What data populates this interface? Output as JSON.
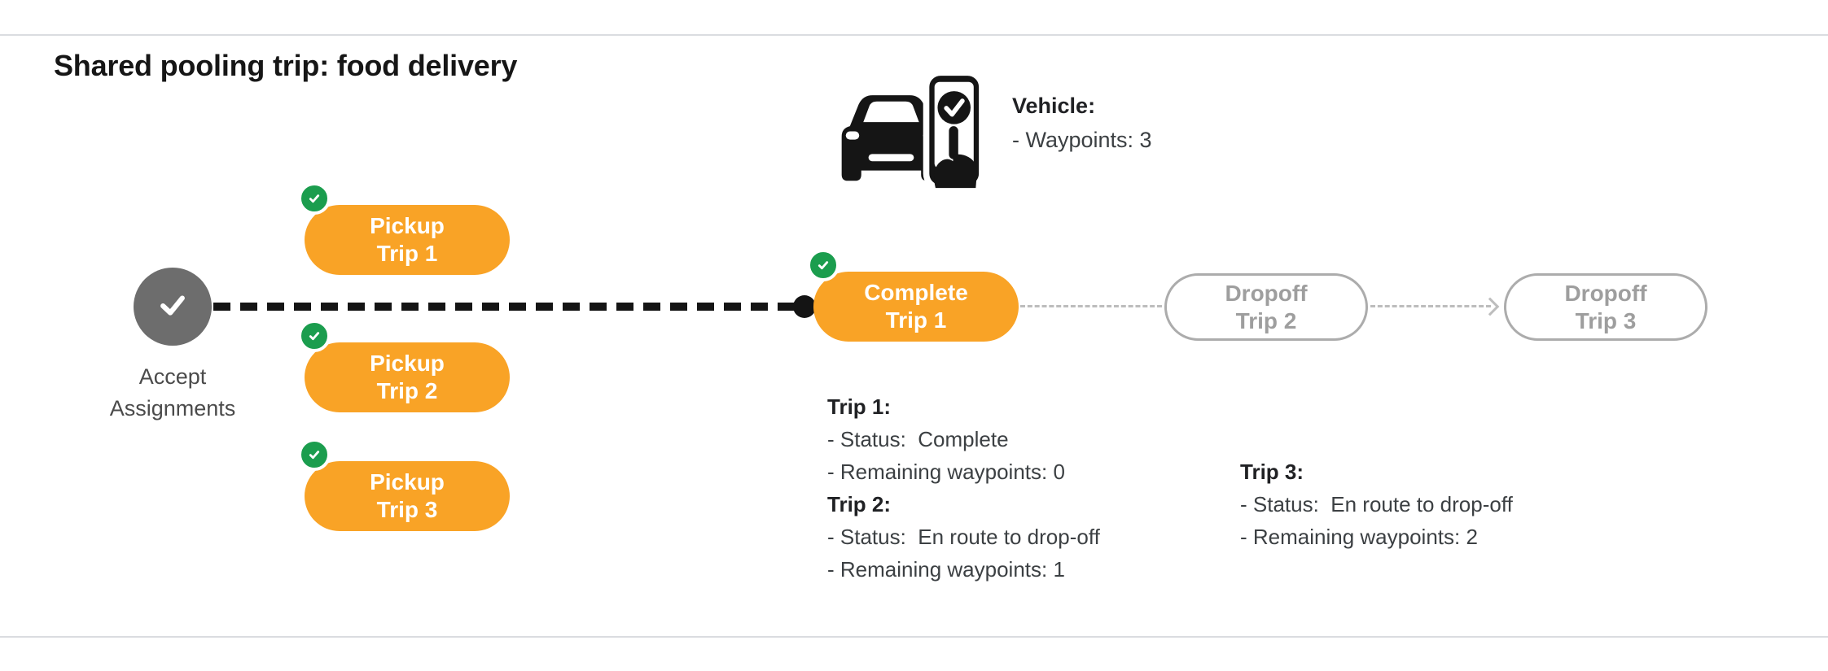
{
  "title": "Shared pooling trip: food delivery",
  "vehicle": {
    "label": "Vehicle:",
    "waypoints": "- Waypoints: 3"
  },
  "flow": {
    "start": {
      "line1": "Accept",
      "line2": "Assignments"
    },
    "pickups": [
      {
        "line1": "Pickup",
        "line2": "Trip 1"
      },
      {
        "line1": "Pickup",
        "line2": "Trip 2"
      },
      {
        "line1": "Pickup",
        "line2": "Trip 3"
      }
    ],
    "complete": {
      "line1": "Complete",
      "line2": "Trip 1"
    },
    "dropoffs": [
      {
        "line1": "Dropoff",
        "line2": "Trip 2"
      },
      {
        "line1": "Dropoff",
        "line2": "Trip 3"
      }
    ]
  },
  "status_blocks": [
    {
      "entries": [
        {
          "label": "Trip 1:",
          "lines": [
            "- Status:  Complete",
            "- Remaining waypoints: 0"
          ]
        },
        {
          "label": "Trip 2:",
          "lines": [
            "- Status:  En route to drop-off",
            "- Remaining waypoints: 1"
          ]
        }
      ]
    },
    {
      "entries": [
        {
          "label": "Trip 3:",
          "lines": [
            "- Status:  En route to drop-off",
            "- Remaining waypoints: 2"
          ]
        }
      ]
    }
  ],
  "icons": {
    "check": "check-icon",
    "vehicle": "car-with-phone-icon",
    "arrow": "chevron-right-icon"
  },
  "colors": {
    "orange": "#F9A326",
    "green": "#1B9D4E",
    "start_gray": "#6D6D6D",
    "outline_gray": "#ACACAC",
    "outline_text": "#9E9E9E",
    "connector_gray": "#BDBDBD",
    "route_black": "#141414",
    "text_dark": "#202124",
    "text_body": "#3C4043",
    "divider": "#DADCE0"
  }
}
